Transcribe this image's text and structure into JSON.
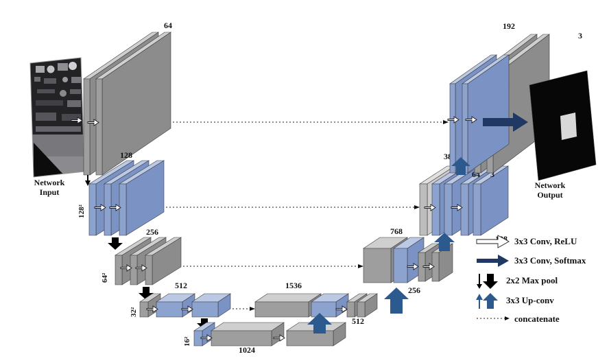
{
  "figure": {
    "kind": "u-net-architecture-diagram"
  },
  "network_input": {
    "line1": "Network",
    "line2": "Input"
  },
  "network_output": {
    "line1": "Network",
    "line2": "Output"
  },
  "channels": {
    "enc1": "64",
    "enc2": "128",
    "enc3": "256",
    "enc4": "512",
    "bottleneck": "1024",
    "dec4_concat": "1536",
    "dec4_out": "512",
    "dec3_concat": "768",
    "dec3_out": "256",
    "dec2_concat": "384",
    "dec2_out": "64",
    "dec2_softmax_in": "3",
    "dec2_up": "128",
    "dec1_concat": "192",
    "output": "3"
  },
  "sizes": {
    "level1": "128²",
    "level2": "64²",
    "level3": "32²",
    "level4": "16²"
  },
  "legend": {
    "conv_relu": "3x3 Conv, ReLU",
    "conv_softmax": "3x3 Conv, Softmax",
    "max_pool": "2x2 Max pool",
    "up_conv": "3x3 Up-conv",
    "concatenate": "concatenate"
  },
  "colors": {
    "gray_face": "#8c8c8c",
    "gray_top": "#cfcfcf",
    "blue_face": "#8da3cf",
    "blue_top": "#bcc9e5",
    "softmax_arrow": "#1f3864",
    "upconv_arrow": "#2d5a8e",
    "maxpool_arrow": "#000000"
  }
}
